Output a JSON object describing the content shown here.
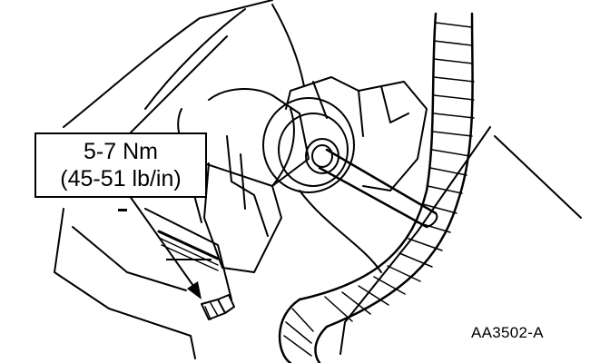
{
  "callout": {
    "torque_nm": "5-7 Nm",
    "torque_lbin": "(45-51 lb/in)"
  },
  "figure_id": "AA3502-A",
  "colors": {
    "ink": "#000000",
    "paper": "#ffffff"
  }
}
